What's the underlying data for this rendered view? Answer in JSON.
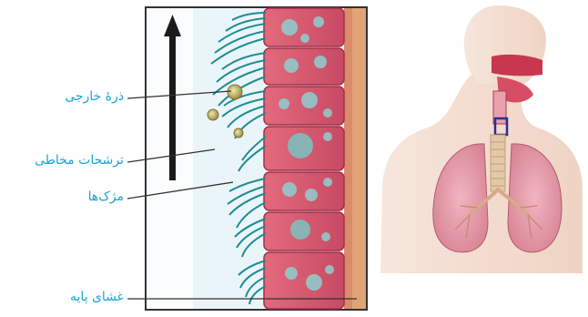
{
  "labels": {
    "foreign_particle": "ذرهٔ خارجی",
    "mucus_secretions": "ترشحات مخاطی",
    "cilia": "مژک‌ها",
    "basement_membrane": "غشای پایه"
  },
  "colors": {
    "label_text": "#1aa3d6",
    "cell": "#d9576a",
    "cell_dark": "#b13a52",
    "cilia": "#1c8d93",
    "particle": "#c9bd6a",
    "lung": "#e9a0ae",
    "skin": "#f1ddd2",
    "frame": "#333333"
  }
}
